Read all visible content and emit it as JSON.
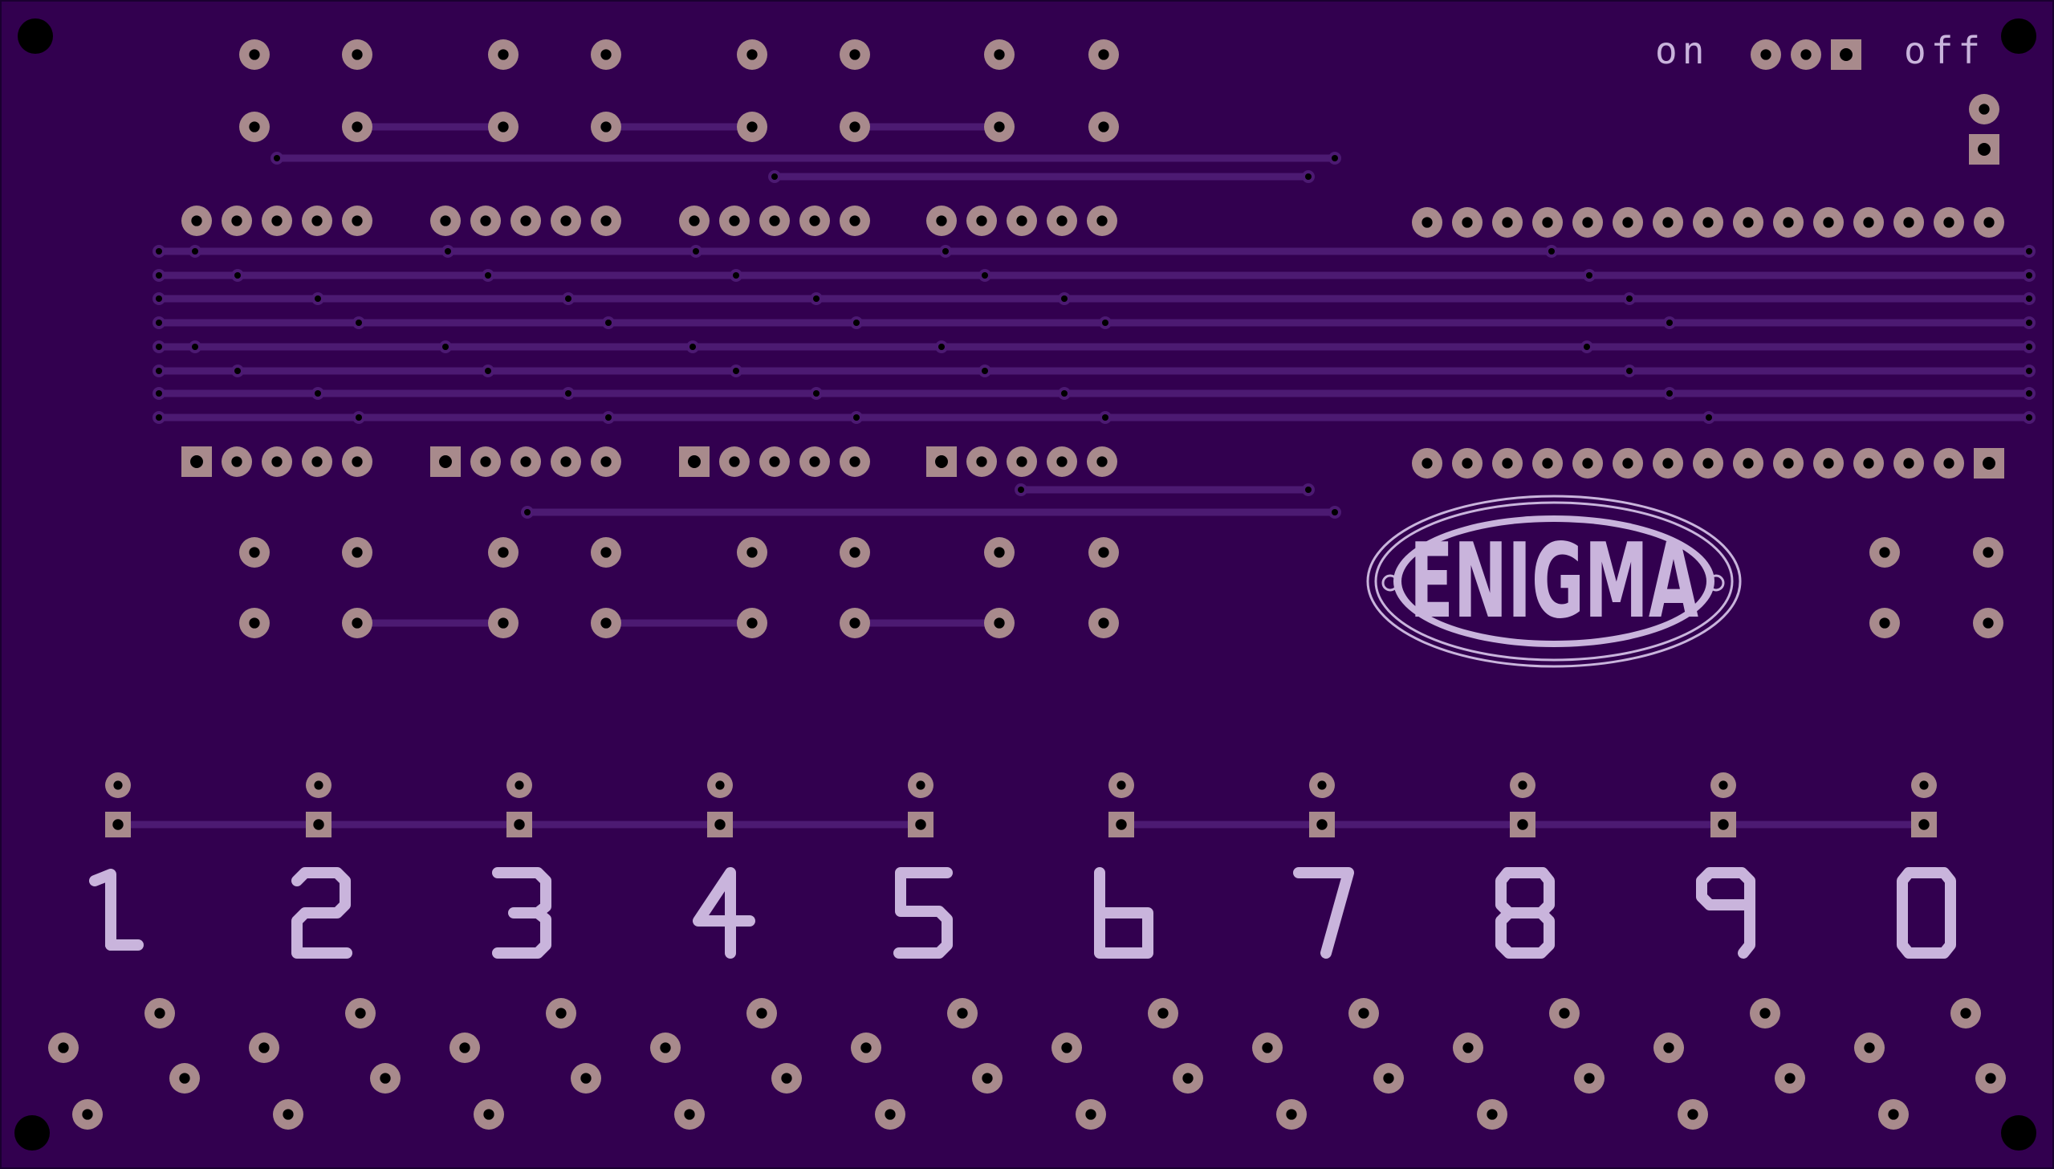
{
  "board": {
    "silkscreen_color": "#c9b4dc",
    "substrate_color": "#32004f",
    "copper_pad_color": "#a88a8c",
    "trace_color": "#4a1a6e"
  },
  "power_switch": {
    "on_label": "on",
    "off_label": "off"
  },
  "logo": {
    "text": "ENIGMA"
  },
  "keys": [
    {
      "label": "1"
    },
    {
      "label": "2"
    },
    {
      "label": "3"
    },
    {
      "label": "4"
    },
    {
      "label": "5"
    },
    {
      "label": "6"
    },
    {
      "label": "7"
    },
    {
      "label": "8"
    },
    {
      "label": "9"
    },
    {
      "label": "0"
    }
  ]
}
